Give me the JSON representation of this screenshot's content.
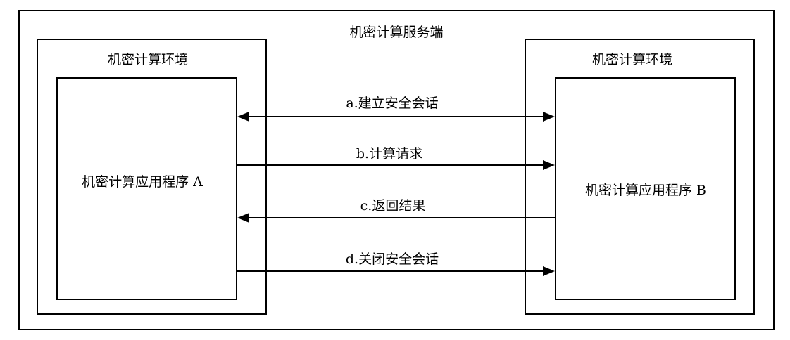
{
  "server": {
    "title": "机密计算服务端"
  },
  "env_left": {
    "title": "机密计算环境",
    "app": "机密计算应用程序 A"
  },
  "env_right": {
    "title": "机密计算环境",
    "app": "机密计算应用程序 B"
  },
  "messages": [
    {
      "label": "a.建立安全会话",
      "direction": "both"
    },
    {
      "label": "b.计算请求",
      "direction": "to-right"
    },
    {
      "label": "c.返回结果",
      "direction": "to-left"
    },
    {
      "label": "d.关闭安全会话",
      "direction": "to-right"
    }
  ]
}
